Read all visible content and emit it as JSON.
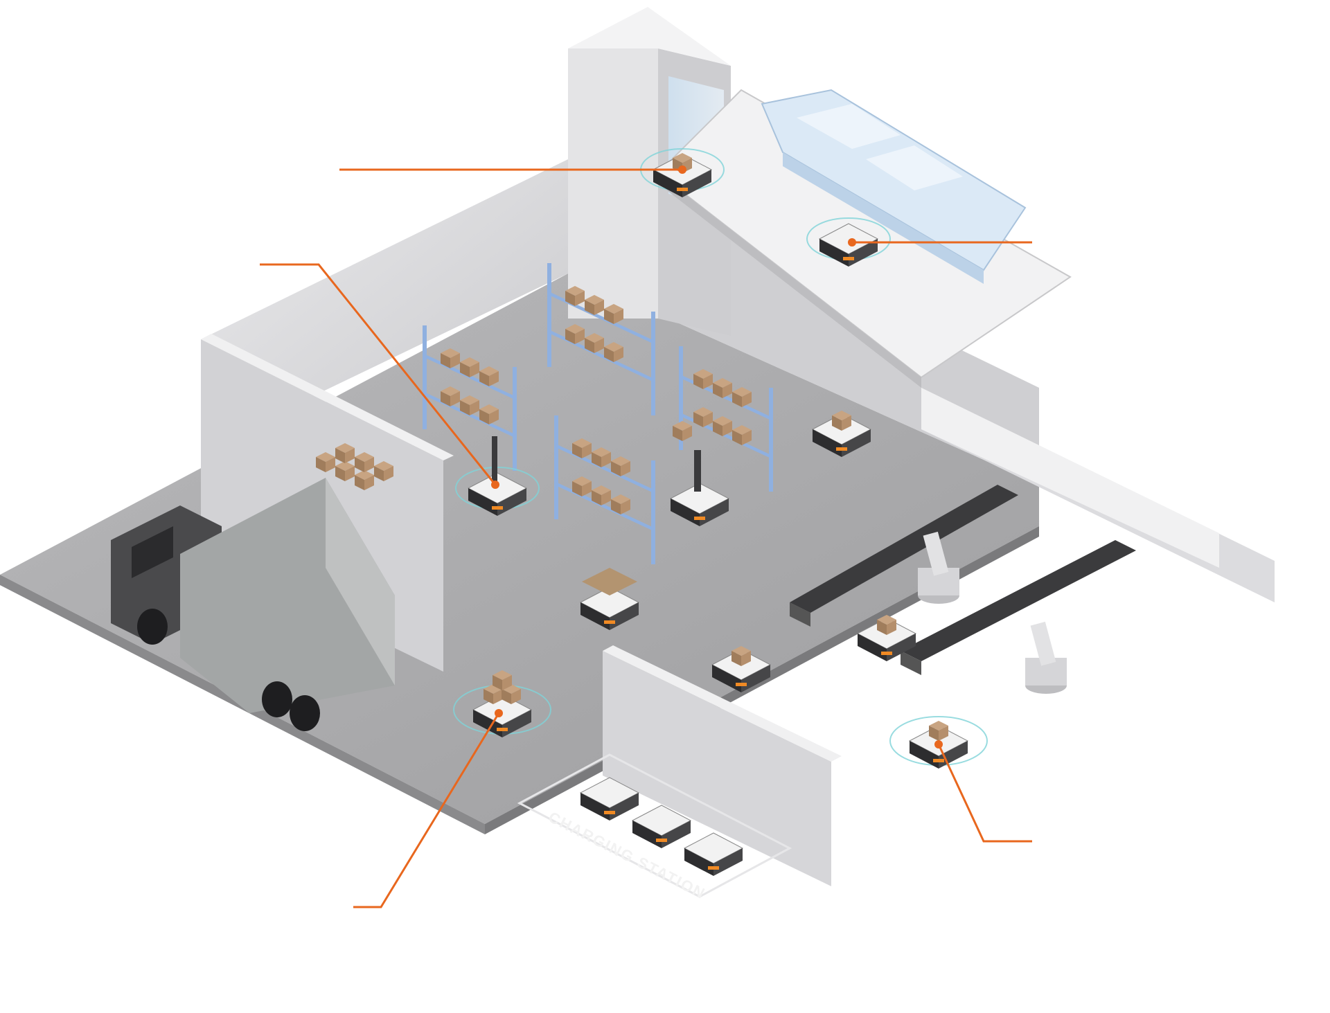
{
  "floor": {
    "charging_station_label": "CHARGING STATION"
  },
  "callouts": [
    {
      "id": "elevator",
      "label": ""
    },
    {
      "id": "machine-tending",
      "label": ""
    },
    {
      "id": "shelf-picking",
      "label": ""
    },
    {
      "id": "line-feeding",
      "label": ""
    },
    {
      "id": "truck-loading",
      "label": ""
    }
  ],
  "colors": {
    "accent": "#e8671e",
    "floor": "#a9a9ab",
    "wall": "#d9d9db",
    "shelf_frame": "#8fb0e0",
    "carton": "#b08e6e",
    "robot_body": "#3a3a3c",
    "robot_light": "#f08a24",
    "signal_ring": "#7fd3d8"
  },
  "icons": {
    "robot": "amr-robot-icon",
    "signal": "wireless-signal-icon"
  }
}
